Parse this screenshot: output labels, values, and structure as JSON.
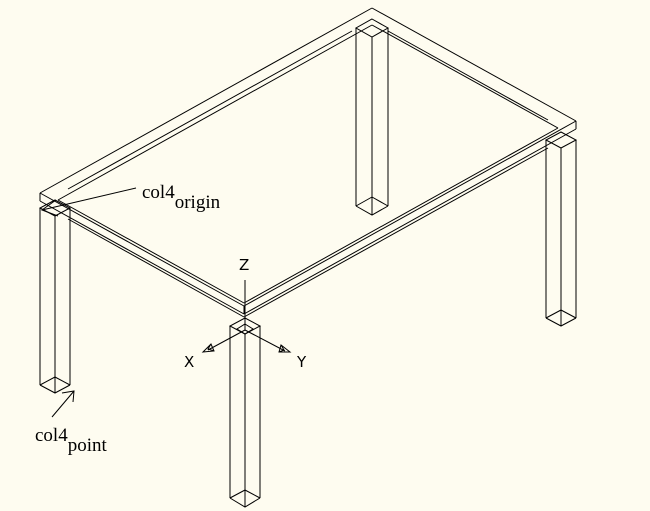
{
  "labels": {
    "origin": {
      "main": "col4",
      "sub": "origin"
    },
    "point": {
      "main": "col4",
      "sub": "point"
    }
  },
  "axes": {
    "x": "X",
    "y": "Y",
    "z": "Z"
  },
  "colors": {
    "background": "#fefcf0",
    "lines": "#000000"
  }
}
